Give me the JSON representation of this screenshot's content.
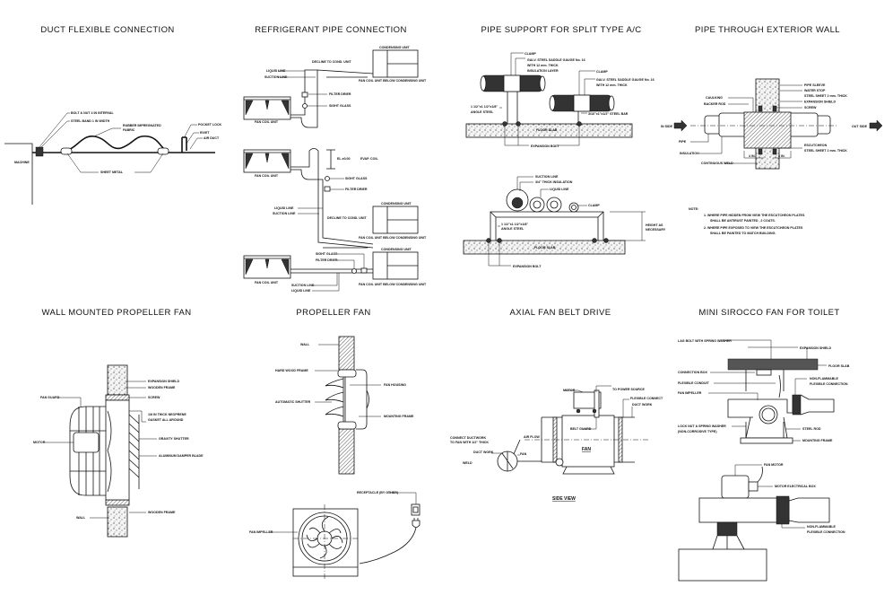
{
  "drawings": [
    {
      "title": "DUCT FLEXIBLE CONNECTION",
      "labels": [
        "BOLT & NUT 4 IN INTERVAL",
        "STEEL BAND 1 IN WIDTH",
        "RUBBER IMPREGNATED",
        "FABRIC",
        "POCKET LOCK",
        "RIVET",
        "AIR DUCT",
        "MACHINE",
        "SHEET METAL"
      ]
    },
    {
      "title": "REFRIGERANT PIPE CONNECTION",
      "labels": [
        "CONDENSING UNIT",
        "DECLINE TO COND. UNIT",
        "LIQUID LINE",
        "SUCTION LINE",
        "FILTER DRIER",
        "SIGHT GLASS",
        "FAN COIL UNIT",
        "FAN COIL UNIT BELOW CONDENSING UNIT",
        "FAN COIL UNIT",
        "EL.±0.00",
        "EVAP. COIL",
        "SIGHT GLASS",
        "FILTER DRIER",
        "LIQUID LINE",
        "SUCTION LINE",
        "DECLINE TO COND. UNIT",
        "CONDENSING UNIT",
        "FAN COIL UNIT BELOW CONDENSING UNIT",
        "SIGHT GLASS",
        "FILTER DRIER",
        "CONDENSING UNIT",
        "FAN COIL UNIT",
        "SUCTION LINE",
        "LIQUID LINE",
        "FAN COIL UNIT BELOW CONDENSING UNIT"
      ]
    },
    {
      "title": "PIPE SUPPORT FOR SPLIT TYPE A/C",
      "labels": [
        "CLAMP",
        "GALV. STEEL SADDLE GAUGE No. 16",
        "WITH 12 mm. THICK",
        "INSULATION LAYER",
        "CLAMP",
        "GALV. STEEL SADDLE GAUGE No. 16",
        "WITH 12 mm. THICK",
        "1 1/2\"x1 1/2\"x1/8\"",
        "ANGLE STEEL",
        "3/16\"x1\"x1/2\" STEEL BAR",
        "FLOOR SLAB",
        "EXPANSION BOLT",
        "SUCTION LINE",
        "3/4\" THICK INSULATION",
        "LIQUID LINE",
        "CLAMP",
        "1 1/2\"x1 1/2\"x1/8\"",
        "ANGLE STEEL",
        "HEIGHT AS",
        "NECESSARY",
        "FLOOR SLAB",
        "EXPANSION BOLT"
      ]
    },
    {
      "title": "PIPE THROUGH EXTERIOR WALL",
      "labels": [
        "PIPE SLEEVE",
        "WATER STOP",
        "STEEL SHEET 2 mm. THICK",
        "EXPANSION SHIELD",
        "SCREW",
        "CAULKING",
        "BACKER ROD",
        "IN SIDE",
        "OUT SIDE",
        "PIPE",
        "INSULATION",
        "ESCUTCHEON",
        "STEEL SHEET 2 mm. THICK",
        "4 IN.",
        "4 IN.",
        "CONTINUOUS WELD"
      ],
      "note": {
        "heading": "NOTE:",
        "lines": [
          "1. WHERE PIPE HIDDEN FROM VIEW THE ESCUTCHEON PLATES",
          "SHALL BE ANTIRUST PAINTED , 2 COATS.",
          "2. WHERE PIPE EXPOSED TO VIEW THE ESCUTCHEON PLATES",
          "SHALL BE PAINTED TO MATCH BUILDING."
        ]
      }
    },
    {
      "title": "WALL MOUNTED PROPELLER FAN",
      "labels": [
        "EXPANSION SHIELD",
        "WOODEN FRAME",
        "SCREW",
        "FAN GUARD",
        "1/8 IN THICK NEOPRENE",
        "GASKET ALL AROUND",
        "GRAVITY SHUTTER",
        "MOTOR",
        "ALUMINUM DAMPER BLADE",
        "WOODEN FRAME",
        "WALL"
      ]
    },
    {
      "title": "PROPELLER FAN",
      "labels": [
        "WALL",
        "HARD WOOD FRAME",
        "FAN HOUSING",
        "AUTOMATIC SHUTTER",
        "MOUNTING FRAME",
        "RECEPTACLE (BY OTHER)",
        "FAN IMPELLER"
      ]
    },
    {
      "title": "AXIAL FAN BELT DRIVE",
      "labels": [
        "MOTOR",
        "TO POWER SOURCE",
        "FLEXIBLE CONNECT",
        "DUCT WORK",
        "BELT GUARD",
        "AIR FLOW",
        "CONNECT DUCTWORK",
        "TO FAN WITH 1/2\" THICK",
        "DUCT WORK",
        "FAN",
        "WELD",
        "FAN",
        "SIDE VIEW"
      ]
    },
    {
      "title": "MINI SIROCCO FAN FOR TOILET",
      "labels": [
        "LAG BOLT WITH SPRING WASHER",
        "EXPANSION SHIELD",
        "FLOOR SLAB",
        "CONNECTION BOX",
        "FLEXIBLE CONDUIT",
        "NON-FLAMMABLE",
        "FLEXIBLE CONNECTION",
        "FAN IMPELLER",
        "LOCK NUT & SPRING WASHER",
        "(NON-CORROSIVE TYPE)",
        "STEEL ROD",
        "MOUNTING FRAME",
        "FAN MOTOR",
        "MOTOR ELECTRICAL BOX",
        "NON-FLAMMABLE",
        "FLEXIBLE CONNECTION"
      ]
    }
  ]
}
